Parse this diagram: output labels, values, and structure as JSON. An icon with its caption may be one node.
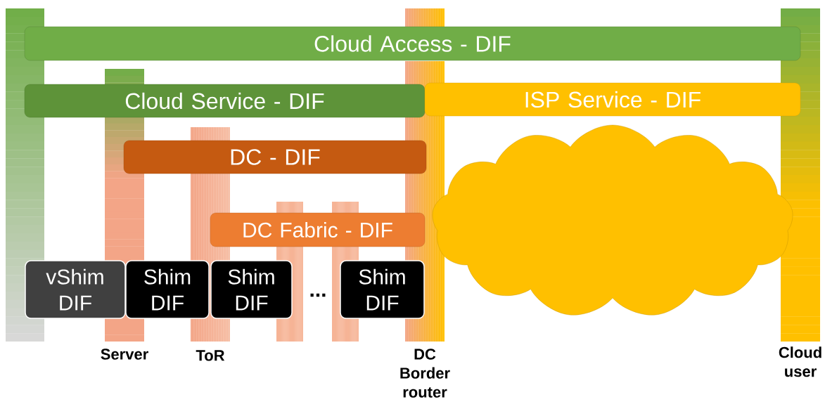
{
  "diagram": {
    "nodes": [
      {
        "text": [
          "Cloud Access - DIF"
        ]
      },
      {
        "text": [
          "Cloud Service - DIF"
        ]
      },
      {
        "text": [
          "ISP Service - DIF"
        ]
      },
      {
        "text": [
          "DC - DIF"
        ]
      },
      {
        "text": [
          "DC Fabric - DIF"
        ]
      },
      {
        "text": [
          "vShim DIF"
        ]
      },
      {
        "text": [
          "Shim DIF"
        ]
      },
      {
        "text": [
          "Shim DIF"
        ]
      },
      {
        "text": [
          "Shim DIF"
        ]
      },
      {
        "text": [],
        "shape": "cloud"
      },
      {
        "text": [],
        "shape": "bar"
      },
      {
        "text": [
          "Server"
        ]
      },
      {
        "text": [
          "ToR"
        ]
      },
      {
        "text": [],
        "shape": "bar"
      },
      {
        "text": [],
        "shape": "bar"
      },
      {
        "text": [
          "DC Border router"
        ]
      },
      {
        "text": [
          "Cloud user"
        ]
      }
    ],
    "labels": [
      "..."
    ]
  }
}
